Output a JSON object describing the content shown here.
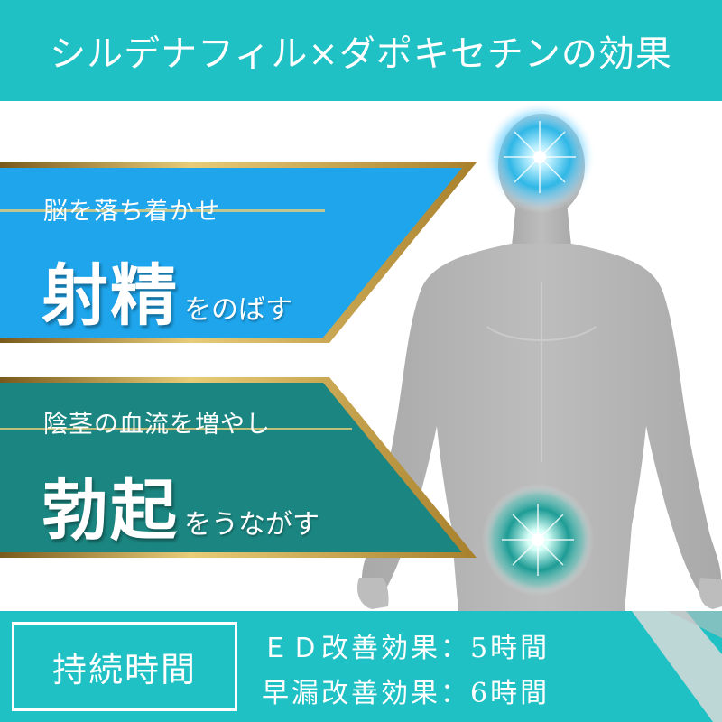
{
  "header": {
    "title": "シルデナフィル×ダポキセチンの効果"
  },
  "banners": [
    {
      "sub": "脳を落ち着かせ",
      "big": "射精",
      "small": "をのばす",
      "color": "#1ea5ec"
    },
    {
      "sub": "陰茎の血流を増やし",
      "big": "勃起",
      "small": "をうながす",
      "color": "#1b8681"
    }
  ],
  "footer": {
    "duration_label": "持続時間",
    "effects": [
      "ＥＤ改善効果：5時間",
      "早漏改善効果：6時間"
    ]
  },
  "colors": {
    "accent": "#1fc1c4",
    "gold": "#c8a23c",
    "silhouette": "#b4b4b4"
  },
  "icons": [
    "glow-burst-head",
    "glow-burst-groin"
  ]
}
